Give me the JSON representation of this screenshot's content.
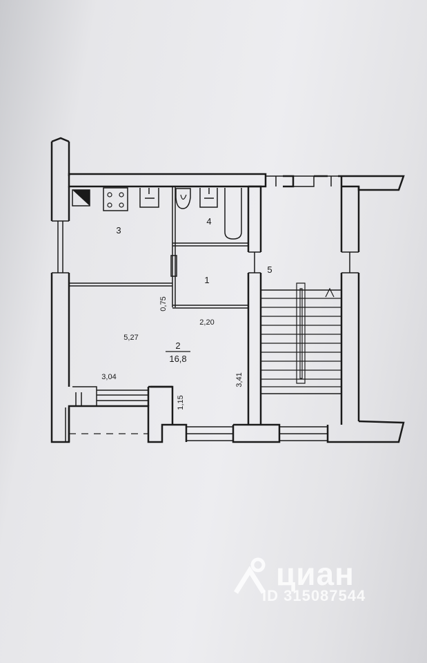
{
  "plan": {
    "rooms": {
      "r1": "1",
      "r2": "2",
      "r2_area": "16,8",
      "r3": "3",
      "r4": "4",
      "r5": "5"
    },
    "dims": {
      "d075": "0,75",
      "d220": "2,20",
      "d527": "5,27",
      "d304": "3,04",
      "d341": "3,41",
      "d115": "1,15"
    }
  },
  "watermark": {
    "brand": "циан",
    "listing_id": "ID 315087544"
  },
  "colors": {
    "ink": "#1a1a1a",
    "paper": "#ececef",
    "watermark": "#ffffff"
  }
}
